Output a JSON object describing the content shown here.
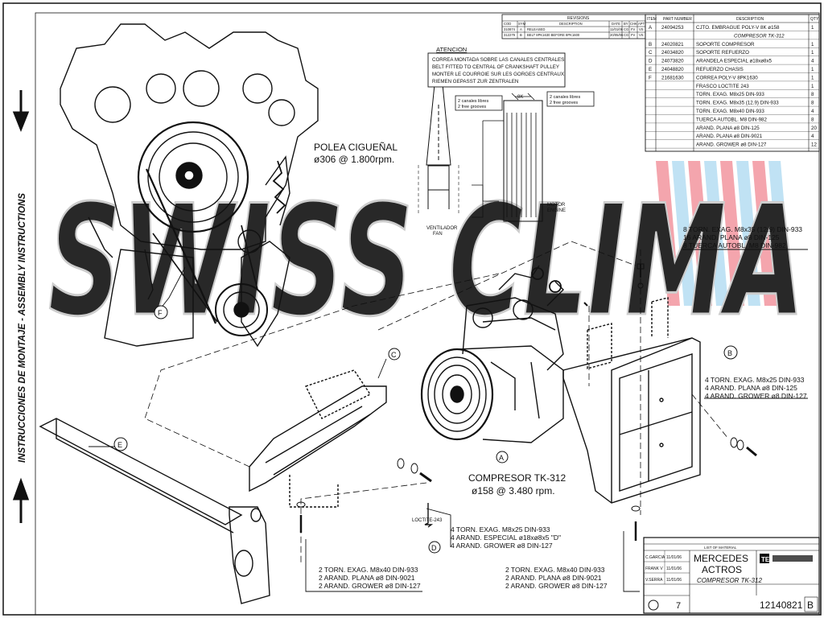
{
  "side_label": "INSTRUCCIONES DE MONTAJE - ASSEMBLY INSTRUCTIONS",
  "watermark": "SWISS CLIMA",
  "revisions": {
    "title": "REVISIONS",
    "headers": [
      "COD",
      "SYM",
      "DESCRIPTION",
      "DATE",
      "BY",
      "CHK",
      "APT"
    ],
    "rows": [
      [
        "310874",
        "A",
        "RELEASED",
        "11/01/06",
        "CG",
        "FV",
        "VS"
      ],
      [
        "312279",
        "B",
        "BELT 8PK1630 BEFORE 8PK1600",
        "20/05/06",
        "CG",
        "FV",
        "VS"
      ]
    ]
  },
  "attention": {
    "title": "ATENCION",
    "lines": [
      "CORREA MONTADA SOBRE LAS CANALES CENTRALES",
      "BELT FITTED TO CENTRAL OF CRANKSHAFT PULLEY",
      "MONTER LE COURROIE SUR LES GORGES CENTRAUX",
      "RIEMEN GEPASST ZUR ZENTRALEN"
    ]
  },
  "belt_detail": {
    "left_note": [
      "2 canales libres",
      "2 free grooves"
    ],
    "right_note": [
      "2 canales libres",
      "2 free grooves"
    ],
    "width_label": "8K",
    "fan_label": [
      "VENTILADOR",
      "FAN"
    ],
    "motor_label": [
      "MOTOR",
      "ENGINE"
    ]
  },
  "parts_list": {
    "headers": [
      "ITEM",
      "PART NUMBER",
      "DESCRIPTION",
      "QTY"
    ],
    "rows": [
      [
        "A",
        "24094253",
        "CJTO. EMBRAGUE POLY-V 8K ø158",
        "1"
      ],
      [
        "",
        "",
        "COMPRESOR TK-312",
        ""
      ],
      [
        "B",
        "24020821",
        "SOPORTE COMPRESOR",
        "1"
      ],
      [
        "C",
        "24034820",
        "SOPORTE REFUERZO",
        "1"
      ],
      [
        "D",
        "24073820",
        "ARANDELA ESPECIAL ø18xø8x5",
        "4"
      ],
      [
        "E",
        "24048820",
        "REFUERZO CHASIS",
        "1"
      ],
      [
        "F",
        "21681630",
        "CORREA POLY-V 8PK1630",
        "1"
      ],
      [
        "",
        "",
        "FRASCO LOCTITE 243",
        "1"
      ],
      [
        "",
        "",
        "TORN. EXAG. M8x25 DIN-933",
        "8"
      ],
      [
        "",
        "",
        "TORN. EXAG. M8x35 (12.9) DIN-933",
        "8"
      ],
      [
        "",
        "",
        "TORN. EXAG. M8x40 DIN-933",
        "4"
      ],
      [
        "",
        "",
        "TUERCA AUTOBL. M8 DIN-982",
        "8"
      ],
      [
        "",
        "",
        "ARAND. PLANA ø8 DIN-125",
        "20"
      ],
      [
        "",
        "",
        "ARAND. PLANA ø8 DIN-9021",
        "4"
      ],
      [
        "",
        "",
        "ARAND. GROWER ø8 DIN-127",
        "12"
      ]
    ]
  },
  "labels": {
    "crank_pulley_title": "POLEA CIGUEÑAL",
    "crank_pulley_spec": "ø306 @ 1.800rpm.",
    "compressor_title": "COMPRESOR TK-312",
    "compressor_spec": "ø158 @ 3.480 rpm.",
    "loctite": "LOCTITE-243"
  },
  "callouts": {
    "top_right": [
      "8 TORN. EXAG. M8x35 (12.9) DIN-933",
      "16 ARAND. PLANA ø8 DIN-125",
      "8 TUERCA AUTOBL. M8 DIN-982"
    ],
    "mid_right": [
      "4 TORN. EXAG. M8x25 DIN-933",
      "4 ARAND. PLANA ø8 DIN-125",
      "4 ARAND. GROWER ø8 DIN-127"
    ],
    "center_low": [
      "4 TORN. EXAG. M8x25 DIN-933",
      "4 ARAND. ESPECIAL ø18xø8x5 \"D\"",
      "4 ARAND. GROWER ø8 DIN-127"
    ],
    "bottom_left": [
      "2 TORN. EXAG. M8x40 DIN-933",
      "2 ARAND. PLANA ø8 DIN-9021",
      "2 ARAND. GROWER ø8 DIN-127"
    ],
    "bottom_center": [
      "2 TORN. EXAG. M8x40 DIN-933",
      "2 ARAND. PLANA ø8 DIN-9021",
      "2 ARAND. GROWER ø8 DIN-127"
    ]
  },
  "balloons": [
    "A",
    "B",
    "C",
    "D",
    "E",
    "F"
  ],
  "title_block": {
    "list_title": "LIST OF MATERIAL",
    "names": [
      "C.GARCIA",
      "FRANK V",
      "V.SERRA"
    ],
    "dates": [
      "11/01/06",
      "11/01/06",
      "11/01/06"
    ],
    "title_line1": "MERCEDES",
    "title_line2": "ACTROS",
    "subtitle": "COMPRESOR TK-312",
    "sheet_no": "7",
    "drawing_no": "12140821",
    "revision": "B",
    "logo_mark": "TE"
  },
  "colors": {
    "line": "#111111",
    "watermark_gray": "#c8c8c8",
    "watermark_red": "#e9485a",
    "watermark_blue": "#7fc4e8"
  }
}
